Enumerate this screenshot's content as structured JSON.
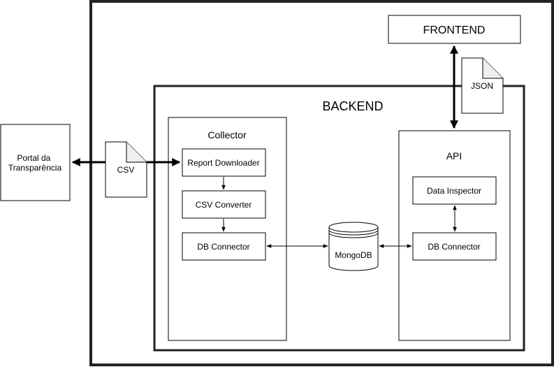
{
  "diagram": {
    "portal": "Portal da\nTransparência",
    "csv_doc": "CSV",
    "json_doc": "JSON",
    "frontend": "FRONTEND",
    "backend": "BACKEND",
    "collector": {
      "title": "Collector",
      "report_downloader": "Report Downloader",
      "csv_converter": "CSV Converter",
      "db_connector": "DB Connector"
    },
    "database": "MongoDB",
    "api": {
      "title": "API",
      "data_inspector": "Data Inspector",
      "db_connector": "DB Connector"
    }
  }
}
